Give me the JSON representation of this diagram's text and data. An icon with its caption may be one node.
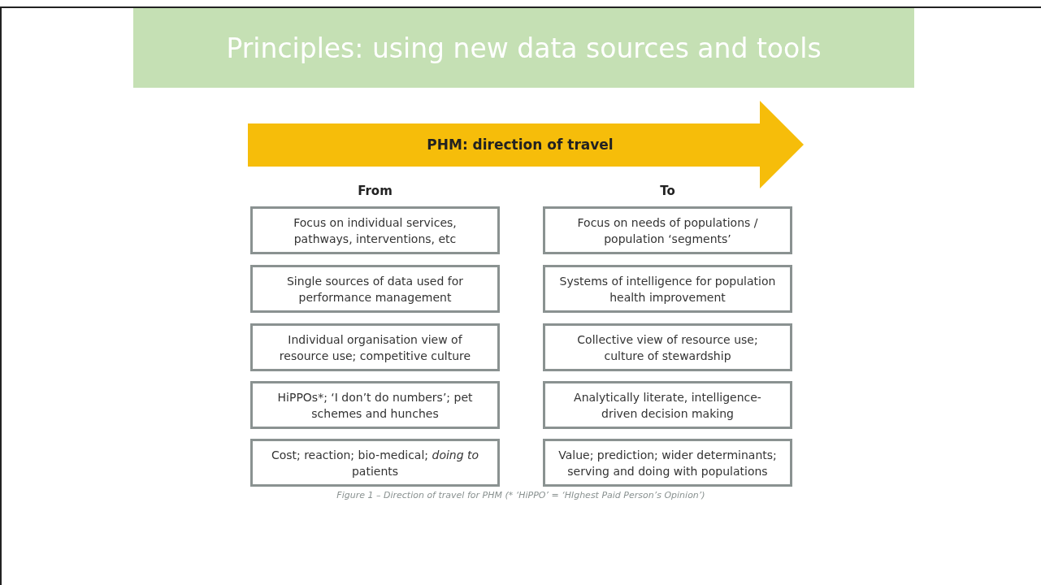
{
  "diagram": {
    "title": "Principles: using new data sources and tools",
    "caption": "Figure 1 – Direction of travel for PHM (* ‘HiPPO’ = ‘HIghest Paid Person’s Opinion’)",
    "nodes": [
      {
        "text": [
          "PHM: direction of travel"
        ]
      },
      {
        "text": [
          "Focus on individual services, pathways, interventions, etc"
        ]
      },
      {
        "text": [
          "Focus on needs of populations / population ‘segments’"
        ]
      },
      {
        "text": [
          "Single sources of data used for performance management"
        ]
      },
      {
        "text": [
          "Systems of intelligence for population health improvement"
        ]
      },
      {
        "text": [
          "Individual organisation view of resource use; competitive culture"
        ]
      },
      {
        "text": [
          "Collective view of resource use; culture of stewardship"
        ]
      },
      {
        "text": [
          "HiPPOs*; ‘I don’t do numbers’; pet schemes and hunches"
        ]
      },
      {
        "text": [
          "Analytically literate, intelligence-driven decision making"
        ]
      },
      {
        "text": [
          "Cost; reaction; bio-medical; *doing to* patients"
        ]
      },
      {
        "text": [
          "Value; prediction; wider determinants; serving and doing with populations"
        ]
      }
    ],
    "labels": [
      "From",
      "To"
    ]
  }
}
